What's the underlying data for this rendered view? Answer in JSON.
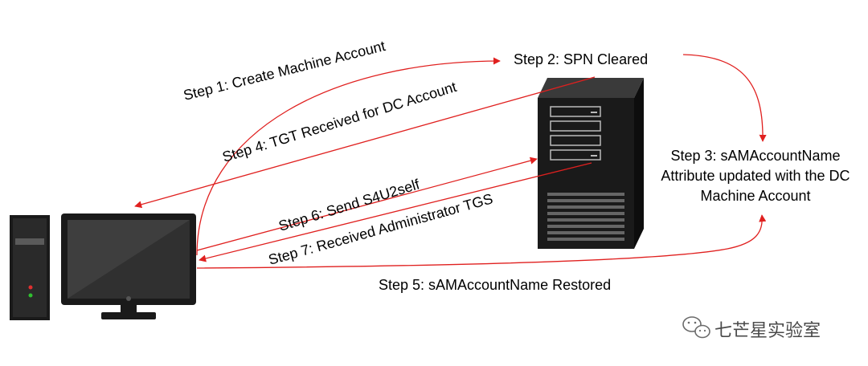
{
  "diagram": {
    "steps": {
      "step1": "Step 1: Create Machine Account",
      "step2": "Step 2: SPN Cleared",
      "step3_line1": "Step 3: sAMAccountName",
      "step3_line2": "Attribute updated with the DC",
      "step3_line3": "Machine Account",
      "step4": "Step 4: TGT Received for DC Account",
      "step5": "Step 5: sAMAccountName Restored",
      "step6": "Step 6: Send S4U2self",
      "step7": "Step 7: Received Administrator TGS"
    },
    "nodes": {
      "client_icon": "desktop-computer-icon",
      "server_icon": "server-tower-icon"
    },
    "colors": {
      "arrow": "#e0201f",
      "text": "#000000"
    }
  },
  "watermark": {
    "text": "七芒星实验室",
    "icon": "wechat-icon"
  }
}
